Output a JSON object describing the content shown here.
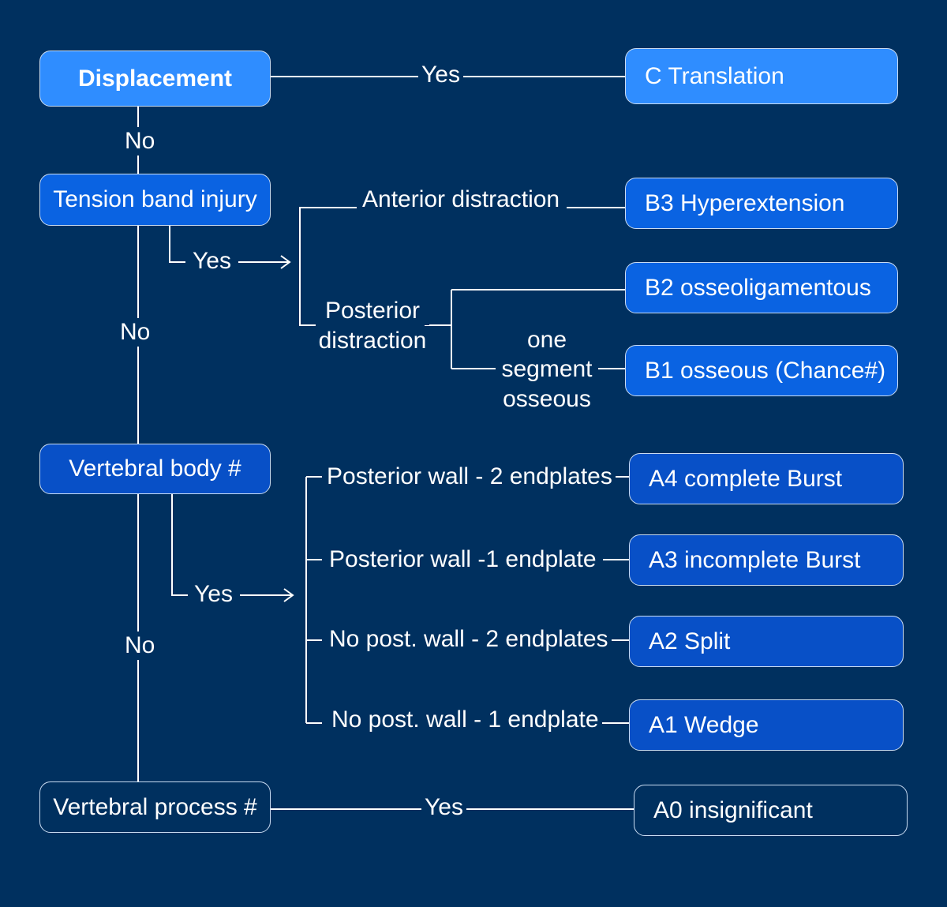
{
  "nodes": {
    "displacement": "Displacement",
    "tension": "Tension band injury",
    "vbody": "Vertebral body #",
    "vprocess": "Vertebral process #",
    "c": "C  Translation",
    "b3": "B3  Hyperextension",
    "b2": "B2  osseoligamentous",
    "b1": "B1  osseous (Chance#)",
    "a4": "A4  complete Burst",
    "a3": "A3  incomplete Burst",
    "a2": "A2  Split",
    "a1": "A1  Wedge",
    "a0": "A0  insignificant"
  },
  "labels": {
    "yes_top": "Yes",
    "no_1": "No",
    "yes_tension": "Yes",
    "no_2": "No",
    "anterior": "Anterior distraction",
    "posterior_1": "Posterior",
    "posterior_2": "distraction",
    "one_segment_1": "one",
    "one_segment_2": "segment",
    "one_segment_3": "osseous",
    "yes_vbody": "Yes",
    "no_3": "No",
    "pw2": "Posterior wall - 2 endplates",
    "pw1": "Posterior wall -1 endplate",
    "npw2": "No post. wall - 2 endplates",
    "npw1": "No post. wall - 1 endplate",
    "yes_bottom": "Yes"
  },
  "colors": {
    "background": "#00305f",
    "box_bright": "#2f8dff",
    "box_mid": "#0a63e2",
    "box_deep": "#0850c7",
    "line": "#ffffff"
  }
}
